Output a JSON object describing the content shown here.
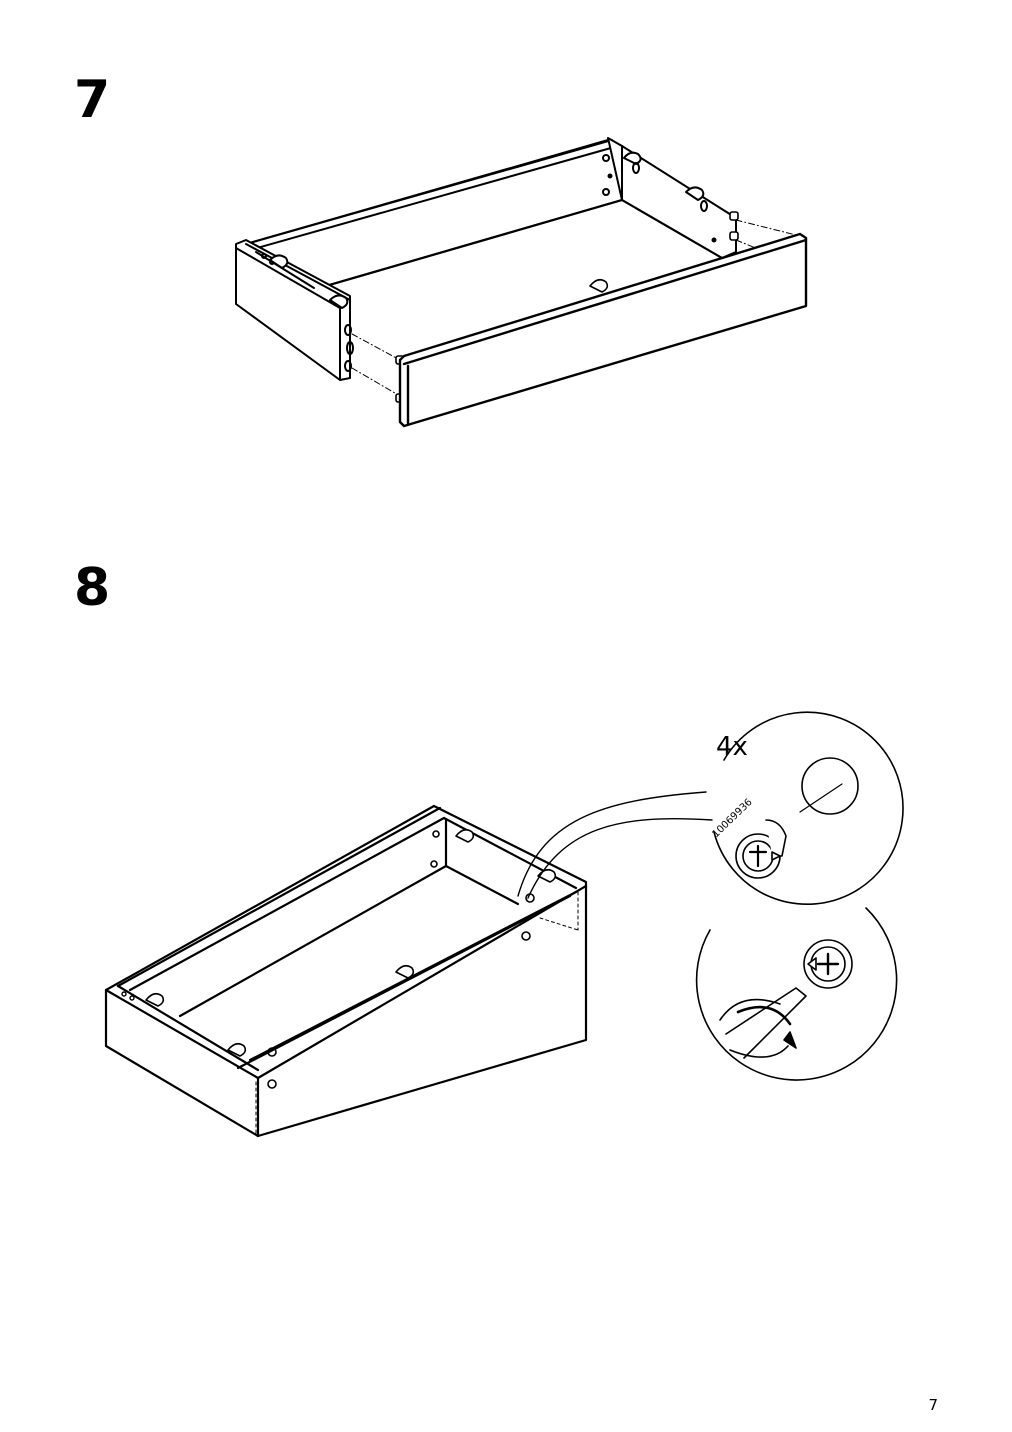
{
  "steps": [
    {
      "number": "7"
    },
    {
      "number": "8",
      "quantity": "4x",
      "part_number": "10069936"
    }
  ],
  "page_number": "7"
}
